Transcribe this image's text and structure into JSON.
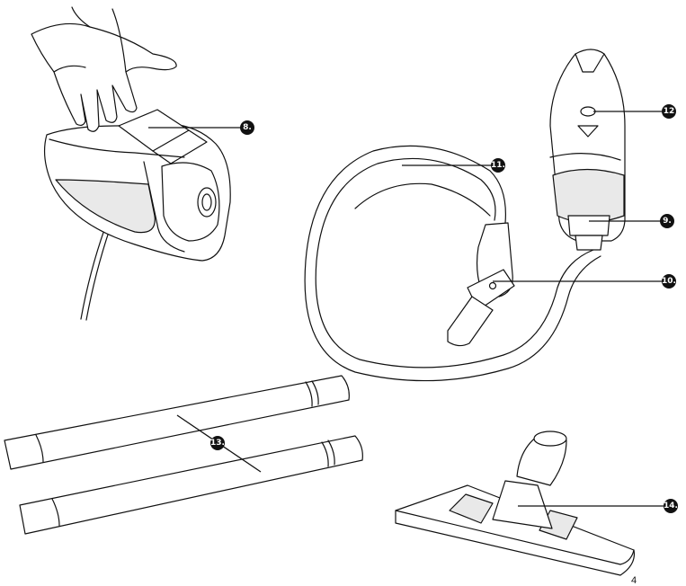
{
  "page": {
    "number": "4"
  },
  "callouts": [
    {
      "id": "c8",
      "label": "8."
    },
    {
      "id": "c12",
      "label": "12"
    },
    {
      "id": "c11",
      "label": "11."
    },
    {
      "id": "c9",
      "label": "9."
    },
    {
      "id": "c10",
      "label": "10."
    },
    {
      "id": "c13",
      "label": "13."
    },
    {
      "id": "c14",
      "label": "14."
    }
  ],
  "colors": {
    "line": "#111111",
    "background": "#ffffff"
  }
}
